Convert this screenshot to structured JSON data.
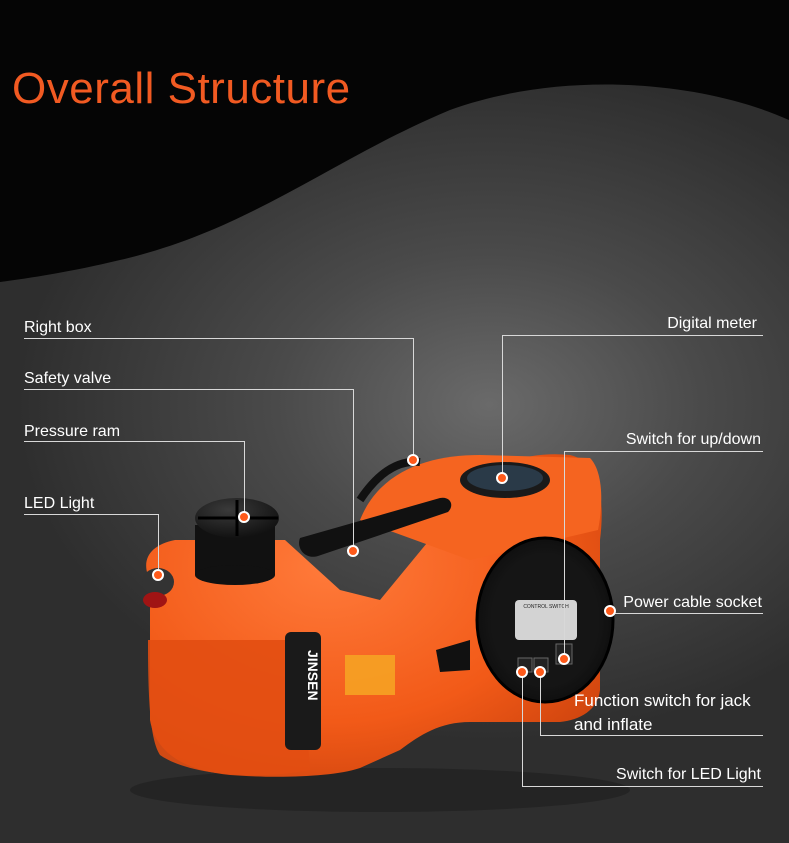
{
  "title": "Overall Structure",
  "labels": {
    "right_box": "Right box",
    "safety_valve": "Safety valve",
    "pressure_ram": "Pressure ram",
    "led_light": "LED Light",
    "digital_meter": "Digital meter",
    "switch_up_down": "Switch for up/down",
    "power_cable_socket": "Power cable socket",
    "function_switch": "Function switch for jack and inflate",
    "switch_led_light": "Switch for LED Light"
  },
  "product": {
    "brand": "JINSEN",
    "panel_text": "CONTROL SWITCH"
  },
  "colors": {
    "accent": "#f15a22",
    "body": "#ff5a14",
    "callout_dot": "#ff5a1a"
  }
}
